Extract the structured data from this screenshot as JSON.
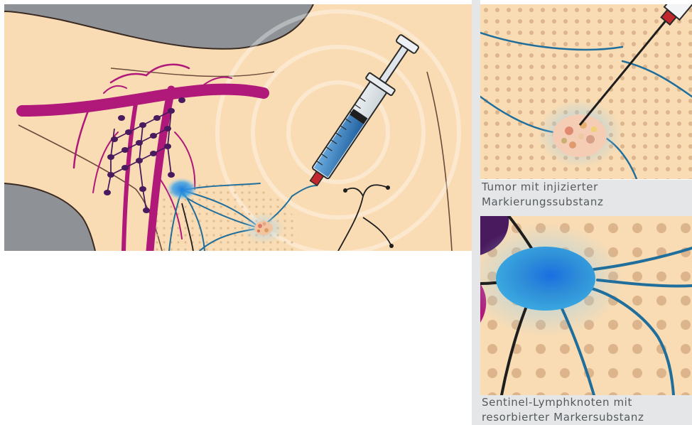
{
  "captions": {
    "tumor_line1": "Tumor mit injizierter",
    "tumor_line2": "Markierungssubstanz",
    "sentinel_line1": "Sentinel-Lymphknoten mit",
    "sentinel_line2": "resorbierter Markersubstanz"
  },
  "colors": {
    "skin": "#f9dcb4",
    "gray_background": "#8e9296",
    "vessel_magenta": "#b0187a",
    "lymph_node_purple": "#4a1a5e",
    "lymph_vessel_blue": "#1f6e9c",
    "marker_blue": "#2f8fd8",
    "caption_text": "#555a5d",
    "caption_background": "#e5e6e7"
  },
  "icons": {
    "syringe": "syringe-icon",
    "tumor": "tumor-icon",
    "lymph_node": "lymph-node-icon"
  }
}
